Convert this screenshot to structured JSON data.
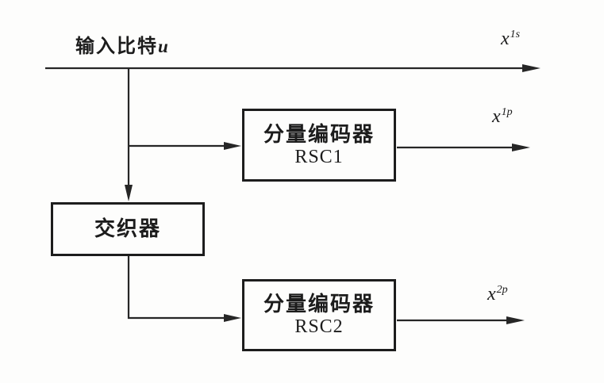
{
  "figure": {
    "type": "block-diagram",
    "subject": "turbo-encoder",
    "background": "#fdfdfc",
    "ink_color": "#262626"
  },
  "labels": {
    "input": {
      "text": "输入比特",
      "var": "u"
    },
    "x1s": {
      "base": "x",
      "sup": "1s"
    },
    "x1p": {
      "base": "x",
      "sup": "1p"
    },
    "x2p": {
      "base": "x",
      "sup": "2p"
    }
  },
  "blocks": {
    "rsc1": {
      "title": "分量编码器",
      "name": "RSC1"
    },
    "interleaver": {
      "title": "交织器"
    },
    "rsc2": {
      "title": "分量编码器",
      "name": "RSC2"
    }
  }
}
